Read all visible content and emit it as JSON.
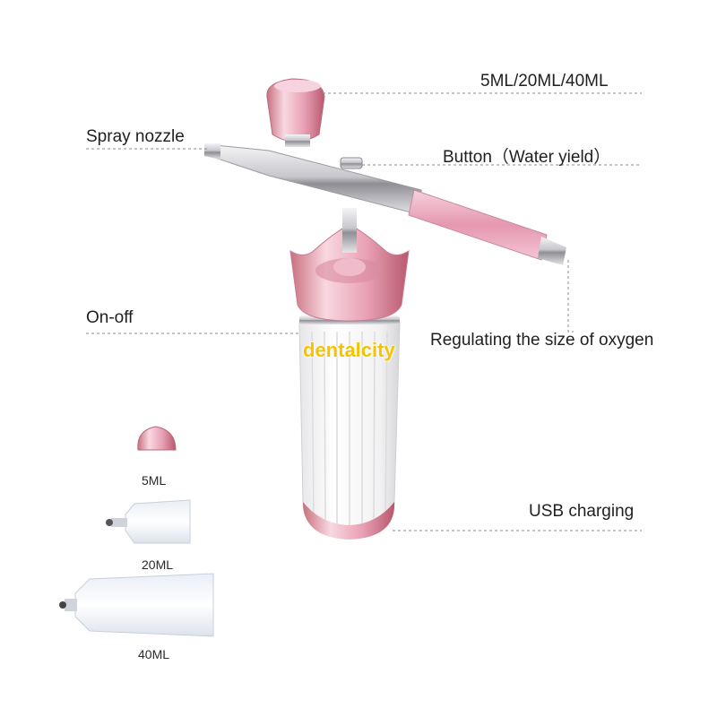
{
  "labels": {
    "capacity": "5ML/20ML/40ML",
    "spray_nozzle": "Spray nozzle",
    "button": "Button（Water yield）",
    "on_off": "On-off",
    "regulating": "Regulating the size of oxygen",
    "usb": "USB charging"
  },
  "watermark": "dentalcity",
  "cups": {
    "small": "5ML",
    "medium": "20ML",
    "large": "40ML"
  },
  "colors": {
    "pink": "#e9a9bd",
    "chrome": "#d9d9de",
    "body": "#f7f7f7",
    "watermark": "#f5c400"
  }
}
